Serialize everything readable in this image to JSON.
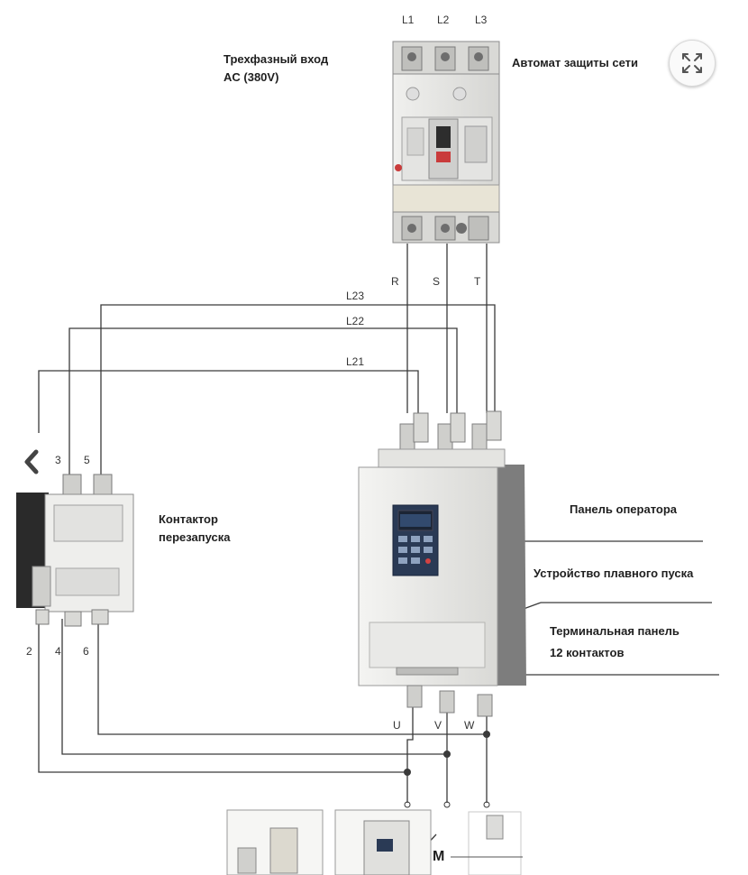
{
  "labels": {
    "l1": "L1",
    "l2": "L2",
    "l3": "L3",
    "input_line1": "Трехфазный вход",
    "input_line2": "AC (380V)",
    "breaker": "Автомат защиты сети",
    "r": "R",
    "s": "S",
    "t": "T",
    "l23": "L23",
    "l22": "L22",
    "l21": "L21",
    "c3": "3",
    "c5": "5",
    "contactor_line1": "Контактор",
    "contactor_line2": "перезапуска",
    "c2": "2",
    "c4": "4",
    "c6": "6",
    "operator_panel": "Панель оператора",
    "soft_starter": "Устройство плавного пуска",
    "terminal_line1": "Терминальная панель",
    "terminal_line2": "12 контактов",
    "u": "U",
    "v": "V",
    "w": "W",
    "m": "M"
  },
  "icons": {
    "expand": "expand-arrows-icon",
    "back": "chevron-left-icon"
  },
  "colors": {
    "wire": "#3a3a3a",
    "device_body": "#e9e9e7",
    "device_shadow": "#9a9a9a",
    "display": "#1d2a40",
    "breaker_handle": "#c93b3b"
  }
}
